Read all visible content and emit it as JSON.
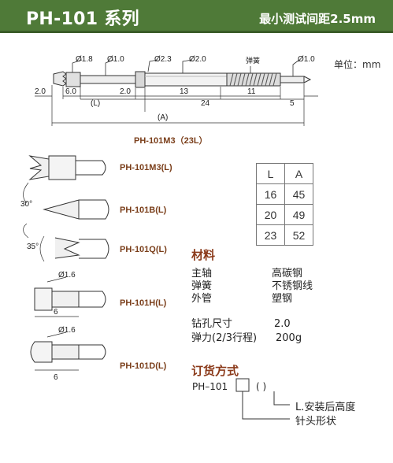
{
  "header": {
    "title": "PH-101 系列",
    "subtitle": "最小测试间距2.5mm"
  },
  "unit_label": "单位：mm",
  "main_drawing": {
    "diameters": [
      "Ø1.8",
      "Ø1.0",
      "Ø2.3",
      "Ø2.0",
      "Ø1.0"
    ],
    "spring_label": "弹簧",
    "dims_top": [
      "2.0",
      "6.0",
      "(L)",
      "2.0",
      "13",
      "24",
      "11",
      "5"
    ],
    "overall": "(A)",
    "caption": "PH-101M3（23L）"
  },
  "tip_types": [
    {
      "label": "PH-101M3(L)"
    },
    {
      "label": "PH-101B(L)",
      "angle": "30°"
    },
    {
      "label": "PH-101Q(L)",
      "angle": "35°"
    },
    {
      "label": "PH-101H(L)",
      "diameter": "Ø1.6",
      "length": "6"
    },
    {
      "label": "PH-101D(L)",
      "diameter": "Ø1.6",
      "length": "6"
    }
  ],
  "table": {
    "headers": [
      "L",
      "A"
    ],
    "rows": [
      [
        "16",
        "45"
      ],
      [
        "20",
        "49"
      ],
      [
        "23",
        "52"
      ]
    ]
  },
  "materials": {
    "title": "材料",
    "rows": [
      {
        "part": "主轴",
        "material": "高碳钢"
      },
      {
        "part": "弹簧",
        "material": "不锈钢线"
      },
      {
        "part": "外管",
        "material": "塑钢"
      }
    ],
    "drill_label": "钻孔尺寸",
    "drill_value": "2.0",
    "force_label": "弹力(2/3行程)",
    "force_value": "200g"
  },
  "ordering": {
    "title": "订货方式",
    "model_prefix": "PH–101",
    "paren": "(    )",
    "l_note": "L.安装后高度",
    "tip_note": "针头形状"
  },
  "colors": {
    "header_bg": "#4f7a38",
    "label_brown": "#7a3e1a",
    "section_title": "#8b3a1a"
  }
}
